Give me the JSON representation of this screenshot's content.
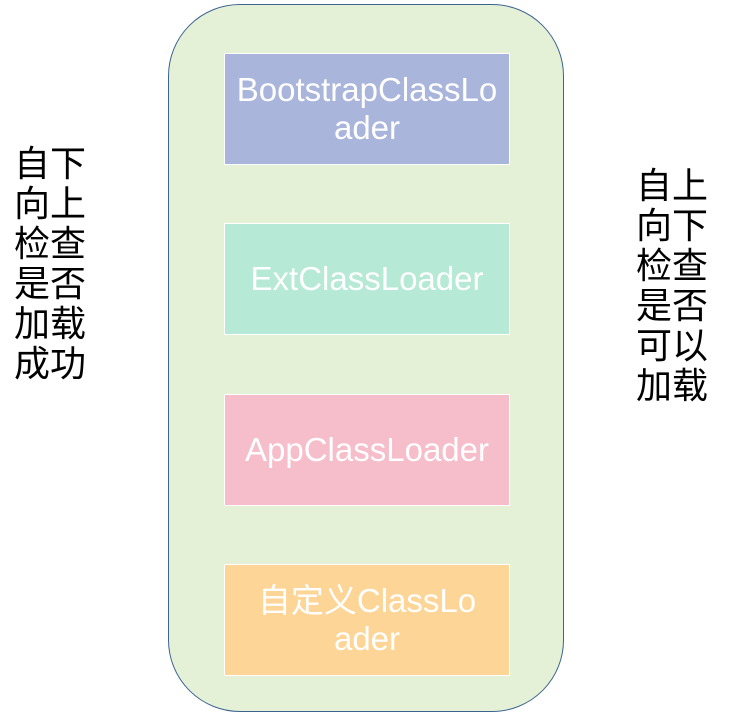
{
  "container": {
    "background": "#e4f1d6",
    "border": "#3d6491"
  },
  "boxes": [
    {
      "label": "BootstrapClassLoader",
      "color": "#aab5db"
    },
    {
      "label": "ExtClassLoader",
      "color": "#b6e9d6"
    },
    {
      "label": "AppClassLoader",
      "color": "#f6bdca"
    },
    {
      "label": "自定义ClassLoader",
      "color": "#fdd596"
    }
  ],
  "left_text": "自下向上检查是否加载成功",
  "right_text": "自上向下检查是否可以加载"
}
